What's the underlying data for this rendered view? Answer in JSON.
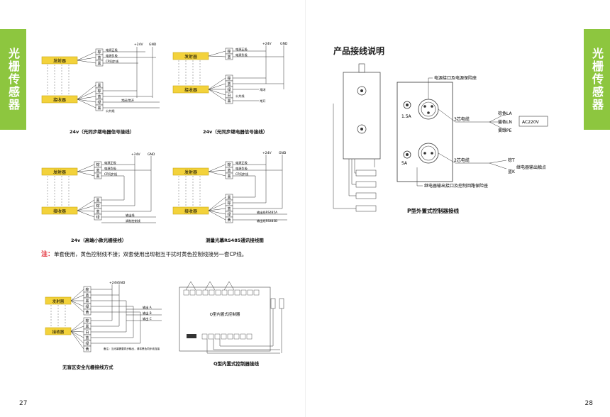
{
  "sidebar": {
    "left_label": "光栅传感器",
    "right_label": "光栅传感器"
  },
  "page_numbers": {
    "left": "27",
    "right": "28"
  },
  "diagrams": {
    "d1": {
      "caption": "24v（光同步继电器信号接线）",
      "emitter": "发射器",
      "receiver": "接收器",
      "v24": "+24V",
      "gnd": "GND",
      "emit_wires": [
        "棕",
        "蓝",
        "黑"
      ],
      "emit_labels": [
        "电源正极",
        "电源负极",
        "CP同步线"
      ],
      "recv_wires": [
        "黑",
        "棕",
        "蓝",
        "绿",
        "黑"
      ],
      "recv_labels": [
        "公共线",
        "常闭/常开"
      ]
    },
    "d2": {
      "caption": "24v（光同步继电器信号接线）",
      "emitter": "发射器",
      "receiver": "接收器",
      "v24": "+24V",
      "gnd": "GND",
      "emit_wires": [
        "棕",
        "蓝"
      ],
      "emit_labels": [
        "电源正极",
        "电源负极"
      ],
      "recv_wires": [
        "棕",
        "蓝",
        "绿",
        "白",
        "黑"
      ],
      "recv_labels": [
        "常闭",
        "公共线",
        "常开"
      ]
    },
    "d3": {
      "caption": "24v（高端小款光栅接线）",
      "emitter": "发射器",
      "receiver": "接收器",
      "v24": "+24V",
      "gnd": "GND",
      "emit_wires": [
        "棕",
        "蓝",
        "黑"
      ],
      "emit_labels": [
        "电源正极",
        "电源负极",
        "CP同步线"
      ],
      "recv_wires": [
        "黑",
        "棕",
        "蓝",
        "绿"
      ],
      "recv_labels": [
        "输出线",
        "调制控制线"
      ]
    },
    "d4": {
      "caption": "测量光幕RS485通讯接线图",
      "emitter": "发射器",
      "receiver": "接收器",
      "v24": "+24V",
      "gnd": "GND",
      "emit_wires": [
        "棕",
        "蓝",
        "黑"
      ],
      "emit_labels": [
        "电源正极",
        "电源负极",
        "CP同步线"
      ],
      "recv_wires": [
        "黑",
        "棕",
        "蓝",
        "绿",
        "黄"
      ],
      "recv_labels": [
        "输出线RS485A",
        "输出线RS485B"
      ]
    },
    "d5": {
      "caption": "无盲区安全光栅接线方式",
      "emitter": "发射器",
      "receiver": "接收器",
      "v24": "+24V",
      "gnd": "GND",
      "emit_wires": [
        "棕",
        "蓝",
        "黑",
        "绿",
        "黄"
      ],
      "recv_wires": [
        "棕",
        "黑",
        "白",
        "蓝",
        "绿",
        "黄"
      ],
      "labels": [
        "输出 A",
        "输出 B",
        "输出 C"
      ],
      "footnote": "备注：当光幕需要同步输出，请将黑色同步线连接"
    },
    "d6": {
      "caption": "Q型内置式控制器接线",
      "box_label": "Q型内置式控制器"
    }
  },
  "note": {
    "lead": "注：",
    "text": "单套使用，黄色控制线不接；双套使用出现相互干扰时黄色控制线接另一套CP线。"
  },
  "product_section": {
    "title": "产品接线说明",
    "labels": {
      "power_port": "电源接口及电源保险座",
      "fuse1": "1.5A",
      "fuse2": "5A",
      "cable3": "3芯电缆",
      "cable2": "2芯电缆",
      "wire_la": "棕色LA",
      "wire_ln": "蓝色LN",
      "wire_pe": "黄绿PE",
      "ac": "AC220V",
      "wire_t": "棕T",
      "wire_k": "蓝K",
      "relay_contact": "继电器输出触点",
      "relay_port": "继电器输出接口及控制回路保险座"
    },
    "caption": "P型外置式控制器接线"
  }
}
